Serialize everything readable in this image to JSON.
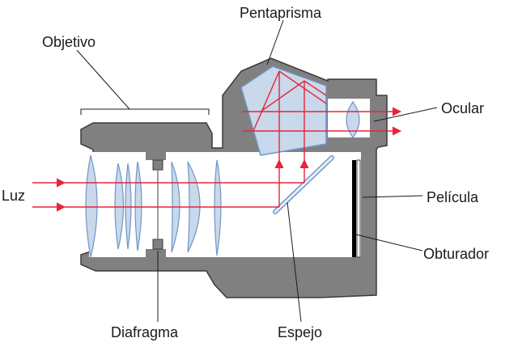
{
  "labels": {
    "pentaprisma": "Pentaprisma",
    "objetivo": "Objetivo",
    "ocular": "Ocular",
    "luz": "Luz",
    "pelicula": "Película",
    "obturador": "Obturador",
    "diafragma": "Diafragma",
    "espejo": "Espejo"
  },
  "colors": {
    "body": "#808080",
    "body_outline": "#3a3a3a",
    "interior": "#ffffff",
    "glass": "#c9d8ea",
    "glass_edge": "#6f96c8",
    "ray": "#e8233a",
    "leader": "#1a1a1a"
  },
  "icons": {
    "arrowhead": "arrowhead-icon"
  }
}
